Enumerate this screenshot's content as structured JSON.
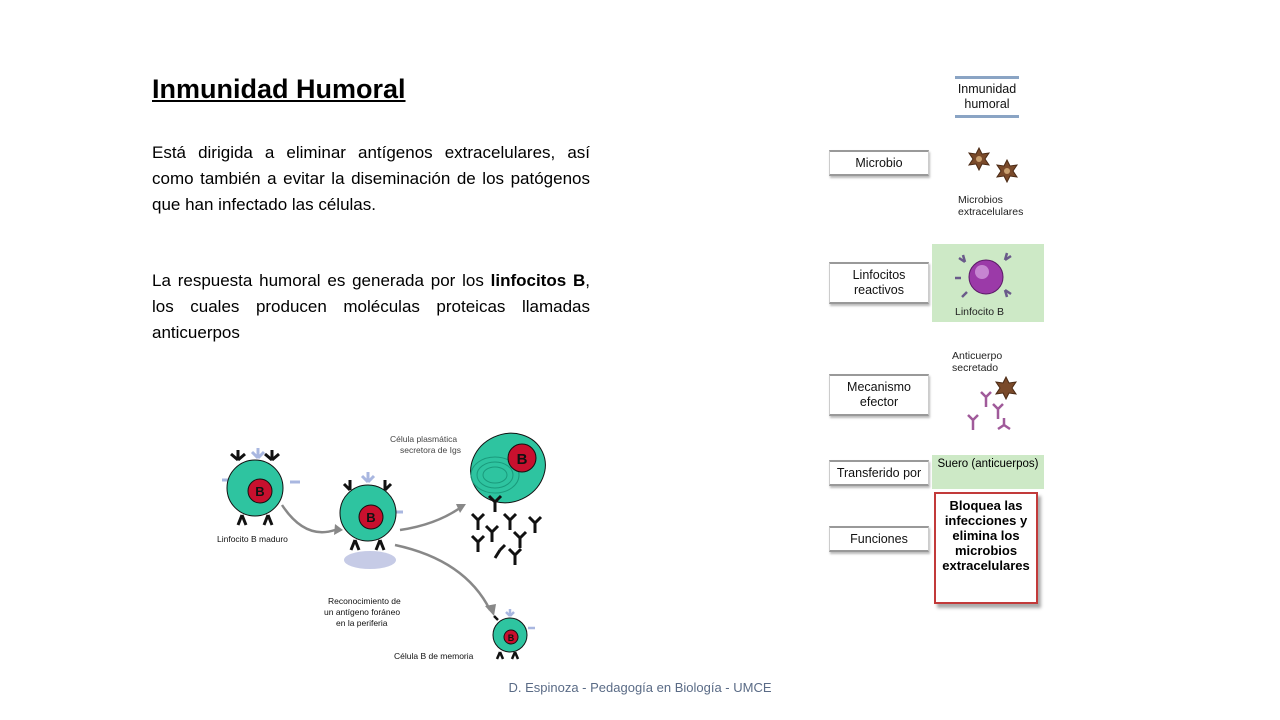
{
  "slide": {
    "title": "Inmunidad Humoral",
    "paragraph1": "Está dirigida a eliminar antígenos extracelulares, así como también a evitar la diseminación de los patógenos que han infectado las células.",
    "paragraph2_part1": "La respuesta humoral es generada por los ",
    "paragraph2_bold": "linfocitos B",
    "paragraph2_part2": ", los cuales producen moléculas proteicas llamadas anticuerpos",
    "footer": "D. Espinoza - Pedagogía en Biología - UMCE"
  },
  "diagram_left": {
    "label_plasma_1": "Célula plasmática",
    "label_plasma_2": "secretora de Igs",
    "label_mature": "Linfocito B maduro",
    "label_recog_1": "Reconocimiento de",
    "label_recog_2": "un antígeno foráneo",
    "label_recog_3": "en la periferia",
    "label_memory": "Célula B de memoria",
    "cell_letter": "B"
  },
  "diagram_right": {
    "header": "Inmunidad humoral",
    "rows": {
      "microbe": "Microbio",
      "lymph": "Linfocitos reactivos",
      "mechanism": "Mecanismo efector",
      "transfer": "Transferido por",
      "functions": "Funciones"
    },
    "microbe_desc": "Microbios extracelulares",
    "lymph_desc": "Linfocito B",
    "antibody_desc": "Anticuerpo secretado",
    "serum_desc": "Suero (anticuerpos)",
    "function_desc": "Bloquea las infecciones y elimina los microbios extracelulares"
  },
  "colors": {
    "cell_green": "#2ec4a0",
    "nucleus_red": "#c8102e",
    "footer": "#5a6b86",
    "panel_green": "#cde9c6",
    "function_border": "#c23a3a"
  }
}
